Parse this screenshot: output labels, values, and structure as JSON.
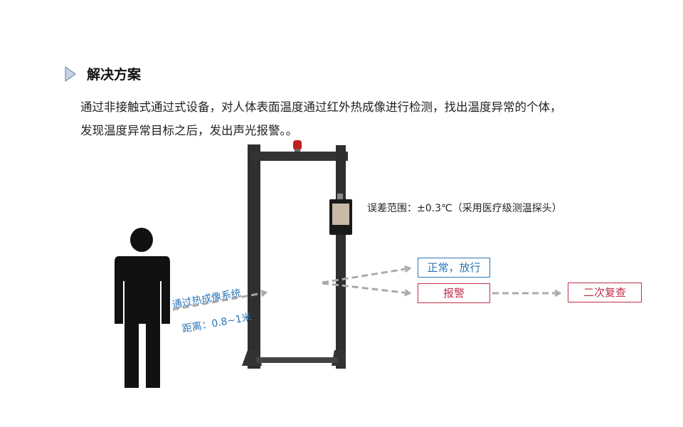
{
  "title": "解决方案",
  "description": {
    "line1": "通过非接触式通过式设备，对人体表面温度通过红外热成像进行检测，找出温度异常的个体，",
    "line2": "发现温度异常目标之后，发出声光报警。。"
  },
  "accuracy_note": "误差范围：±0.3℃（采用医疗级测温探头）",
  "flow": {
    "system_label": "通过热成像系统",
    "distance_label": "距离：0.8~1米",
    "normal": "正常，放行",
    "alarm": "报警",
    "recheck": "二次复查"
  },
  "colors": {
    "blue": "#2e75b6",
    "red": "#c0304a",
    "arrow": "#aaaaaa"
  }
}
